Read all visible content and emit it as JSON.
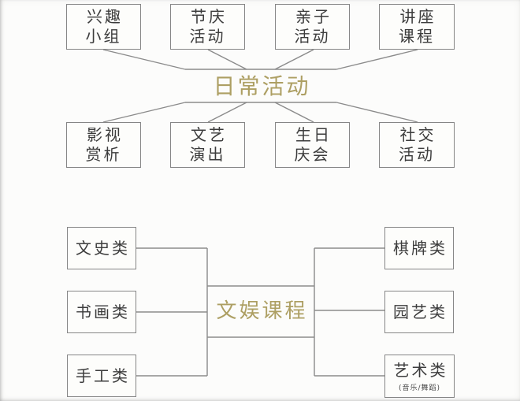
{
  "colors": {
    "accent_gold": "#ad9f63",
    "line_gray": "#8b8b8b",
    "box_text": "#3c3c3c",
    "background": "#fcfcfb"
  },
  "diagram1": {
    "center": "日常活动",
    "top_nodes": [
      "兴趣\n小组",
      "节庆\n活动",
      "亲子\n活动",
      "讲座\n课程"
    ],
    "bottom_nodes": [
      "影视\n赏析",
      "文艺\n演出",
      "生日\n庆会",
      "社交\n活动"
    ]
  },
  "diagram2": {
    "center": "文娱课程",
    "left_nodes": [
      "文史类",
      "书画类",
      "手工类"
    ],
    "right_nodes": [
      "棋牌类",
      "园艺类",
      "艺术类"
    ],
    "art_sublabel": "(音乐/舞蹈)"
  }
}
